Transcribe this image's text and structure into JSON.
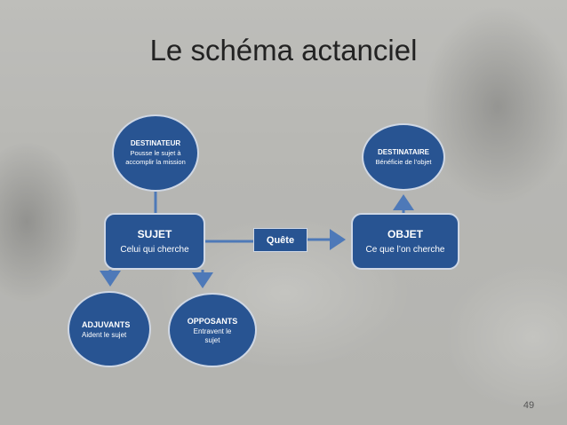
{
  "slide": {
    "title": "Le schéma actanciel",
    "number": "49"
  },
  "nodes": {
    "destinateur": {
      "label": "DESTINATEUR",
      "desc": "Pousse le sujet à accomplir la mission"
    },
    "destinataire": {
      "label": "DESTINATAIRE",
      "desc": "Bénéficie de l’objet"
    },
    "sujet": {
      "label": "SUJET",
      "desc": "Celui qui cherche"
    },
    "objet": {
      "label": "OBJET",
      "desc": "Ce que l’on cherche"
    },
    "adjuvants": {
      "label": "ADJUVANTS",
      "desc": "Aident le sujet"
    },
    "opposants": {
      "label": "OPPOSANTS",
      "desc": "Entravent le sujet"
    }
  },
  "edge": {
    "quete_label": "Quête"
  },
  "colors": {
    "node_fill": "#285492",
    "connector": "#4e79b8",
    "node_border": "#cfd7e4"
  }
}
